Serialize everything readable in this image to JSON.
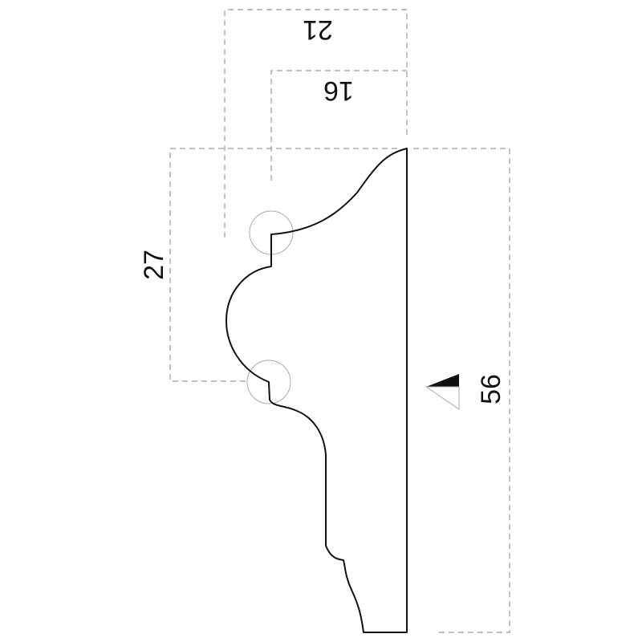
{
  "dimensions": {
    "top_width_outer": "21",
    "top_width_inner": "16",
    "bead_height": "27",
    "total_height": "56"
  },
  "colors": {
    "profile": "#111111",
    "dimension_line": "#9a9a9a",
    "detail_circle": "#aaaaaa"
  },
  "icons": {
    "orientation_marker": "half-filled-triangle-icon"
  }
}
